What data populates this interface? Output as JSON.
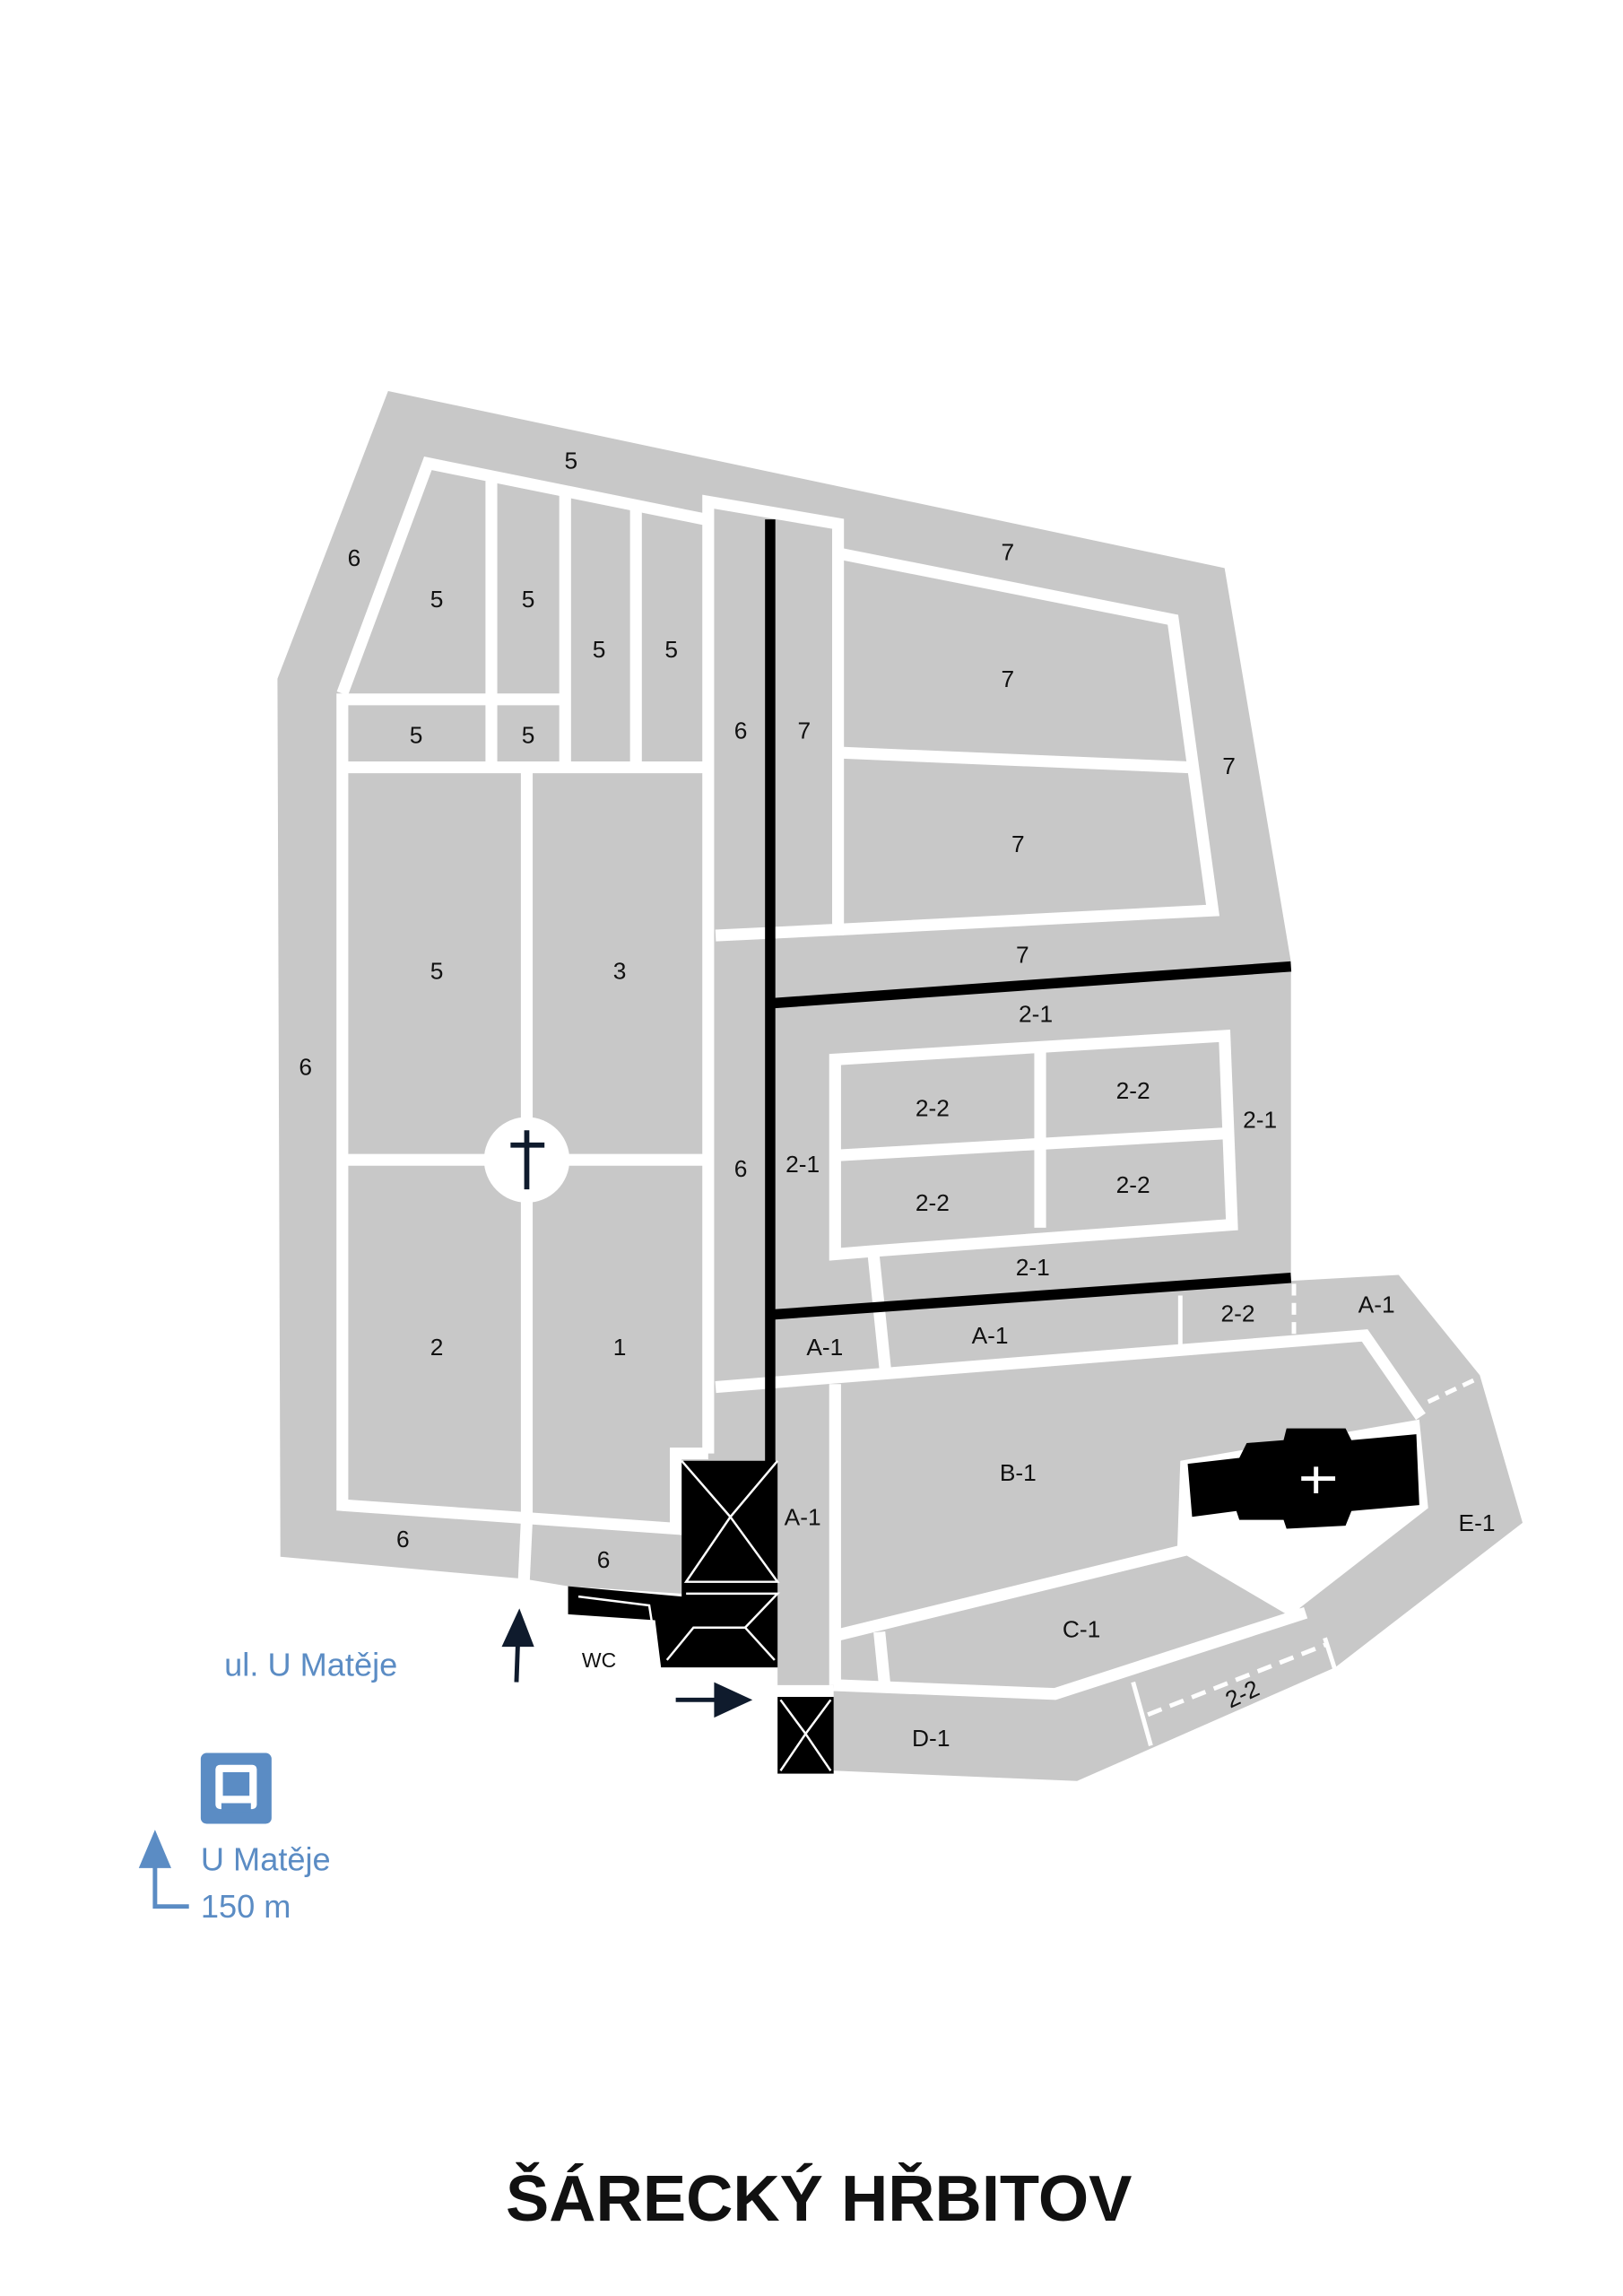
{
  "title": "ŠÁRECKÝ HŘBITOV",
  "street_label": "ul. U Matěje",
  "bus_stop": {
    "name": "U Matěje",
    "distance": "150 m",
    "icon": "bus-icon"
  },
  "colors": {
    "plot": "#c8c8c8",
    "path": "#ffffff",
    "building": "#000000",
    "accent": "#5b8cc4",
    "arrow": "#0f1b2d"
  },
  "labels": [
    "5",
    "6",
    "5",
    "5",
    "5",
    "5",
    "5",
    "5",
    "6",
    "7",
    "7",
    "7",
    "7",
    "7",
    "7",
    "5",
    "3",
    "6",
    "2-1",
    "2-2",
    "2-2",
    "2-1",
    "6",
    "2-1",
    "2-2",
    "2-2",
    "2-1",
    "2",
    "1",
    "A-1",
    "A-1",
    "2-2",
    "A-1",
    "B-1",
    "A-1",
    "E-1",
    "6",
    "6",
    "C-1",
    "2-2",
    "D-1",
    "WC"
  ]
}
